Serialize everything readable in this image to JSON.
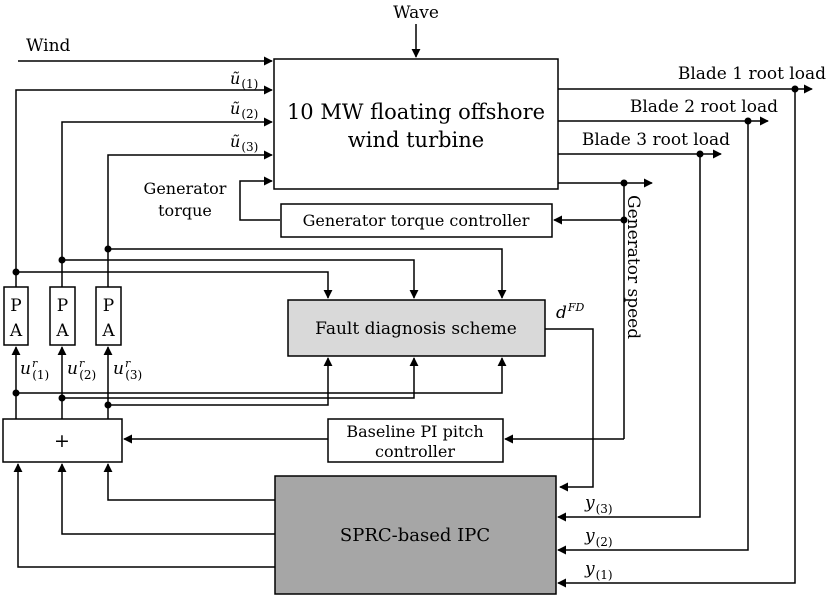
{
  "inputs": {
    "wave": "Wave",
    "wind": "Wind",
    "pitch_cmd_1": "ũ",
    "pitch_cmd_1_sub": "(1)",
    "pitch_cmd_2": "ũ",
    "pitch_cmd_2_sub": "(2)",
    "pitch_cmd_3": "ũ",
    "pitch_cmd_3_sub": "(3)",
    "generator_torque_line1": "Generator",
    "generator_torque_line2": "torque"
  },
  "blocks": {
    "turbine_line1": "10 MW floating offshore",
    "turbine_line2": "wind turbine",
    "generator_torque_controller": "Generator torque controller",
    "pa_1_top": "P",
    "pa_1_bottom": "A",
    "pa_2_top": "P",
    "pa_2_bottom": "A",
    "pa_3_top": "P",
    "pa_3_bottom": "A",
    "fault_diagnosis": "Fault diagnosis scheme",
    "sum": "+",
    "baseline_line1": "Baseline PI pitch",
    "baseline_line2": "controller",
    "sprc_ipc": "SPRC-based IPC"
  },
  "outputs": {
    "blade1": "Blade 1 root load",
    "blade2": "Blade 2 root load",
    "blade3": "Blade 3 root load",
    "generator_speed": "Generator speed"
  },
  "signals": {
    "d_fd": "d",
    "d_fd_sup": "FD",
    "ur1": "u",
    "ur1_sup": "r",
    "ur1_sub": "(1)",
    "ur2": "u",
    "ur2_sup": "r",
    "ur2_sub": "(2)",
    "ur3": "u",
    "ur3_sup": "r",
    "ur3_sub": "(3)",
    "y1": "y",
    "y1_sub": "(1)",
    "y2": "y",
    "y2_sub": "(2)",
    "y3": "y",
    "y3_sub": "(3)"
  },
  "colors": {
    "fault_box_fill": "#d9d9d9",
    "ipc_box_fill": "#a6a6a6",
    "line": "#000000"
  }
}
